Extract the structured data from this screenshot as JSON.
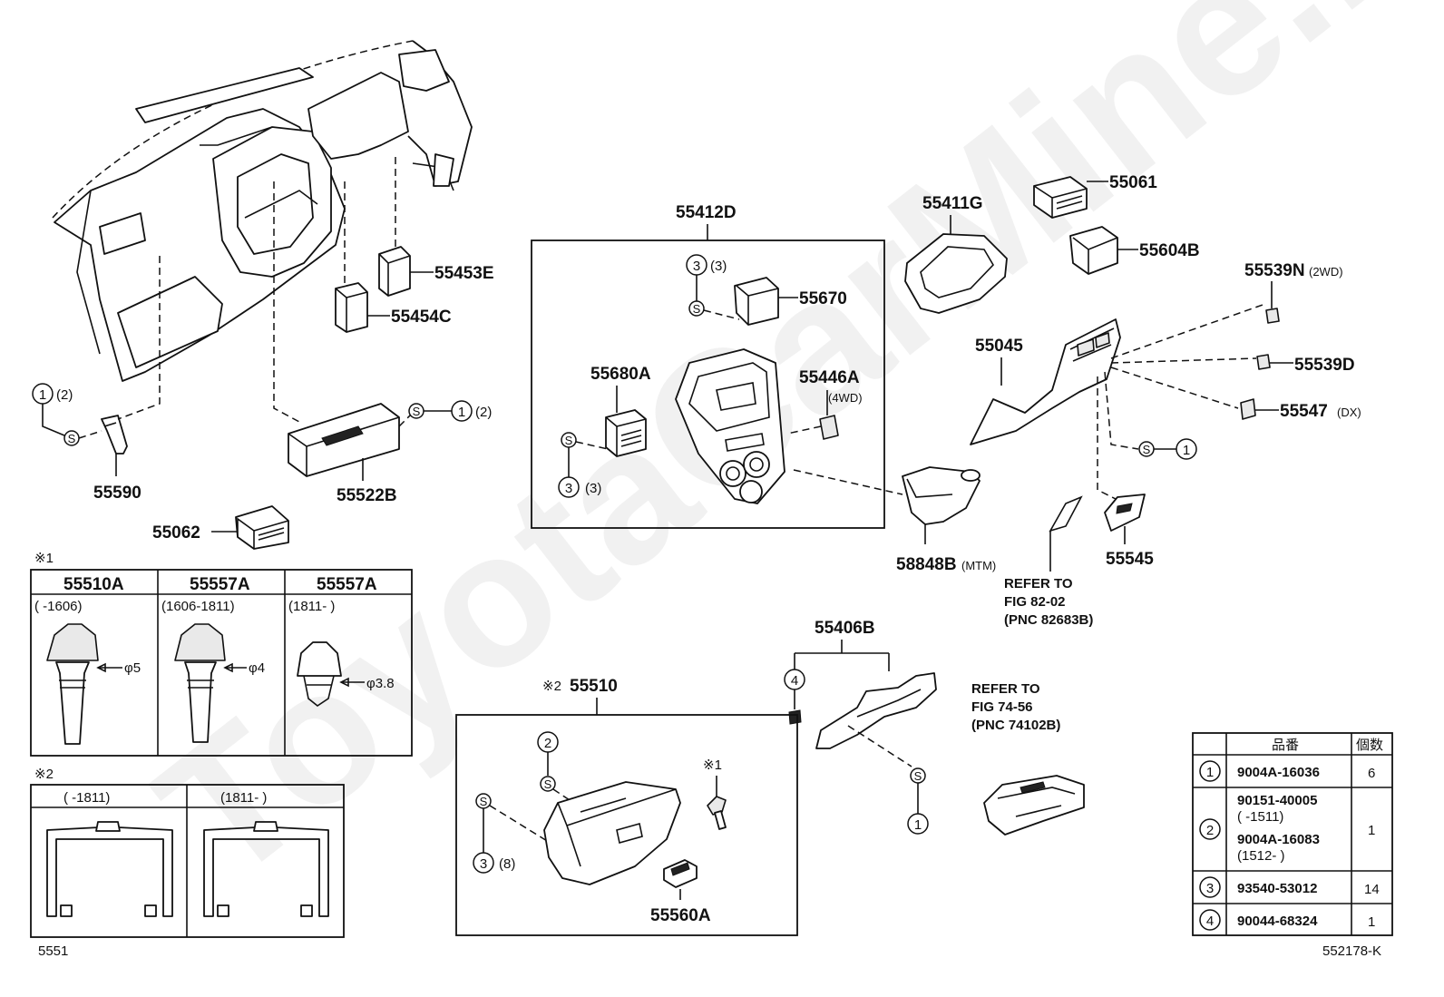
{
  "callouts": {
    "p55412D": "55412D",
    "p55411G": "55411G",
    "p55061": "55061",
    "p55604B": "55604B",
    "p55539N": "55539N",
    "p55539N_note": "(2WD)",
    "p55539D": "55539D",
    "p55547": "55547",
    "p55547_note": "(DX)",
    "p55045": "55045",
    "p55453E": "55453E",
    "p55454C": "55454C",
    "p55670": "55670",
    "p55680A": "55680A",
    "p55446A": "55446A",
    "p55446A_note": "(4WD)",
    "p55590": "55590",
    "p55522B": "55522B",
    "p55062": "55062",
    "p58848B": "58848B",
    "p58848B_note": "(MTM)",
    "p55545": "55545",
    "p55406B": "55406B",
    "p55510": "55510",
    "p55510_mark": "※2",
    "p55560A": "55560A",
    "mark1": "※1"
  },
  "refs": {
    "ref1": [
      "REFER TO",
      "FIG 82-02",
      "(PNC 82683B)"
    ],
    "ref2": [
      "REFER TO",
      "FIG 74-56",
      "(PNC 74102B)"
    ]
  },
  "qty_notes": {
    "q1": "(2)",
    "q2": "(2)",
    "q3": "(3)",
    "q4": "(3)",
    "q5": "(8)"
  },
  "screw_symbol": "S",
  "table1": {
    "mark": "※1",
    "headers": [
      "55510A",
      "55557A",
      "55557A"
    ],
    "ranges": [
      "(      -1606)",
      "(1606-1811)",
      "(1811-       )"
    ],
    "dims": [
      "φ5",
      "φ4",
      "φ3.8"
    ]
  },
  "table2": {
    "mark": "※2",
    "ranges": [
      "(      -1811)",
      "(1811-      )"
    ]
  },
  "parts_table": {
    "headers": [
      "品番",
      "個数"
    ],
    "rows": [
      {
        "key": "1",
        "parts": [
          "9004A-16036"
        ],
        "qty": "6"
      },
      {
        "key": "2",
        "parts": [
          "90151-40005",
          "(      -1511)",
          "9004A-16083",
          "(1512-      )"
        ],
        "qty": "1"
      },
      {
        "key": "3",
        "parts": [
          "93540-53012"
        ],
        "qty": "14"
      },
      {
        "key": "4",
        "parts": [
          "90044-68324"
        ],
        "qty": "1"
      }
    ]
  },
  "footer": {
    "left": "5551",
    "right": "552178-K"
  },
  "watermark": "ToyotaCarMine.ru"
}
